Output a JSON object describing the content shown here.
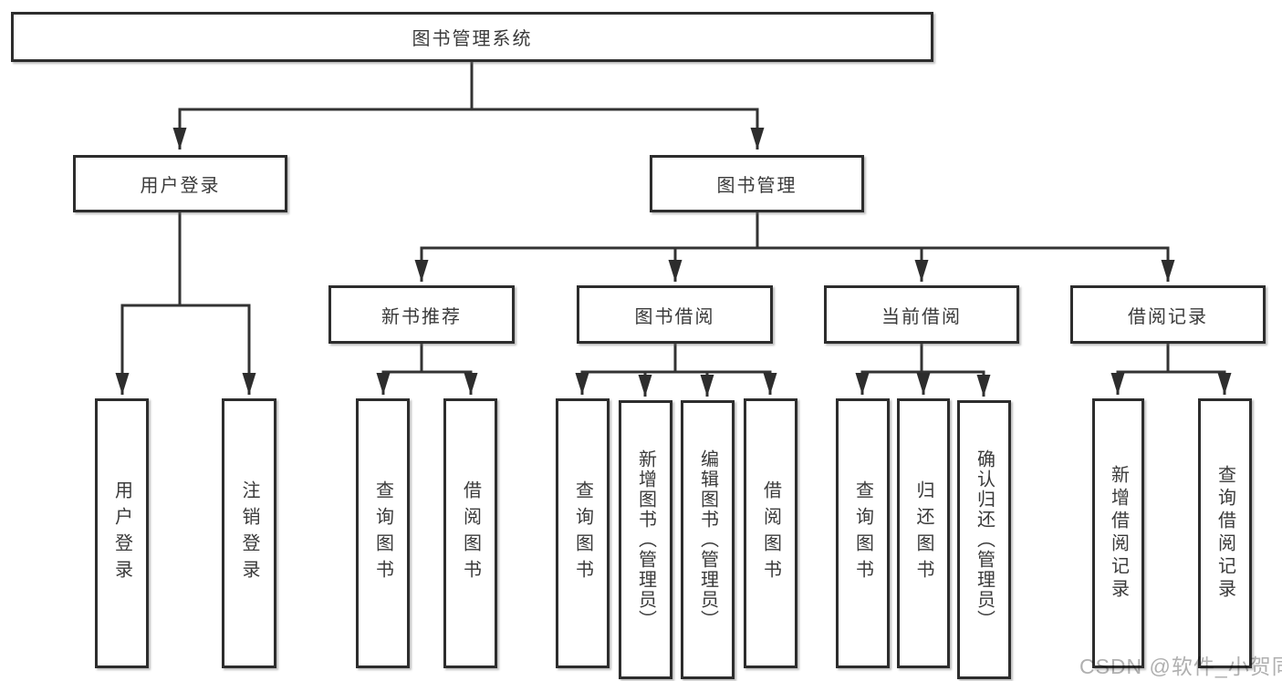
{
  "nodes": {
    "root": "图书管理系统",
    "user_login": "用户登录",
    "book_mgmt": "图书管理",
    "new_book": "新书推荐",
    "book_borrow": "图书借阅",
    "current_borrow": "当前借阅",
    "borrow_record": "借阅记录",
    "ul_login": "用户登录",
    "ul_logout": "注销登录",
    "nb_query": "查询图书",
    "nb_borrow": "借阅图书",
    "bb_query": "查询图书",
    "bb_add": "新增图书（管理员）",
    "bb_edit": "编辑图书（管理员）",
    "bb_borrow": "借阅图书",
    "cb_query": "查询图书",
    "cb_return": "归还图书",
    "cb_confirm": "确认归还（管理员）",
    "br_add": "新增借阅记录",
    "br_query": "查询借阅记录"
  },
  "watermark": "CSDN @软件_小贺同学",
  "colors": {
    "line": "#333333",
    "box_border": "#2d2d2d",
    "text": "#3a3a3a",
    "watermark_text": "#b0b0b0",
    "background": "#ffffff"
  }
}
